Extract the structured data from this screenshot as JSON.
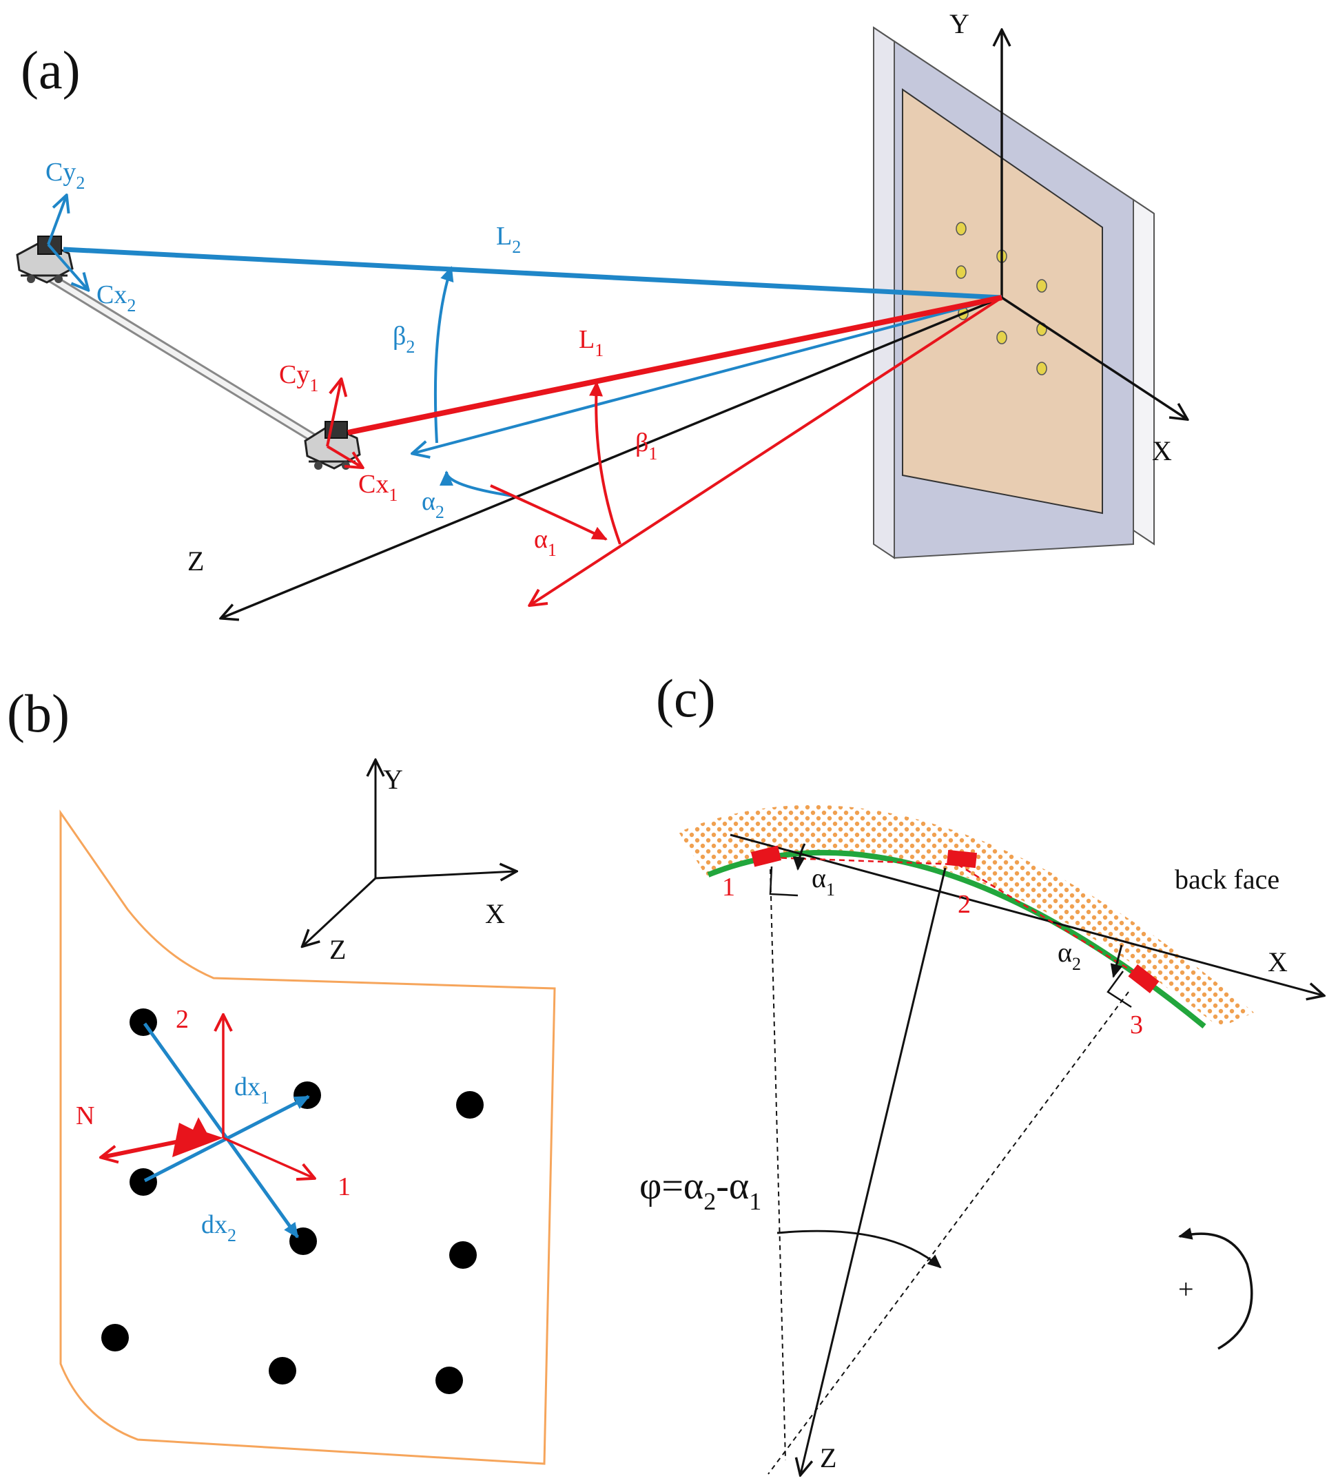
{
  "colors": {
    "blue": "#1f86c8",
    "red": "#e8141c",
    "black": "#111111",
    "orange": "#f6a55b",
    "green": "#22a63c",
    "panel_tan": "#e8cdb2",
    "frame_gray": "#c5c8dc"
  },
  "panel_a": {
    "label": "(a)",
    "axes": {
      "y": "Y",
      "x": "X",
      "z": "Z"
    },
    "camera2": {
      "cy_main": "Cy",
      "cy_sub": "2",
      "cx_main": "Cx",
      "cx_sub": "2"
    },
    "camera1": {
      "cy_main": "Cy",
      "cy_sub": "1",
      "cx_main": "Cx",
      "cx_sub": "1"
    },
    "l2": {
      "main": "L",
      "sub": "2"
    },
    "l1": {
      "main": "L",
      "sub": "1"
    },
    "beta2": {
      "main": "β",
      "sub": "2"
    },
    "beta1": {
      "main": "β",
      "sub": "1"
    },
    "alpha2": {
      "main": "α",
      "sub": "2"
    },
    "alpha1": {
      "main": "α",
      "sub": "1"
    }
  },
  "panel_b": {
    "label": "(b)",
    "axes": {
      "y": "Y",
      "x": "X",
      "z": "Z"
    },
    "n_label": "N",
    "dir1": "1",
    "dir2": "2",
    "dx1": {
      "main": "dx",
      "sub": "1"
    },
    "dx2": {
      "main": "dx",
      "sub": "2"
    }
  },
  "panel_c": {
    "label": "(c)",
    "back_face": "back face",
    "x_axis": "X",
    "z_axis": "Z",
    "points": [
      "1",
      "2",
      "3"
    ],
    "alpha1": {
      "main": "α",
      "sub": "1"
    },
    "alpha2": {
      "main": "α",
      "sub": "2"
    },
    "phi_formula": {
      "lhs": "φ=α",
      "sub_a": "2",
      "mid": "-α",
      "sub_b": "1"
    },
    "rotation_sign": "+"
  }
}
